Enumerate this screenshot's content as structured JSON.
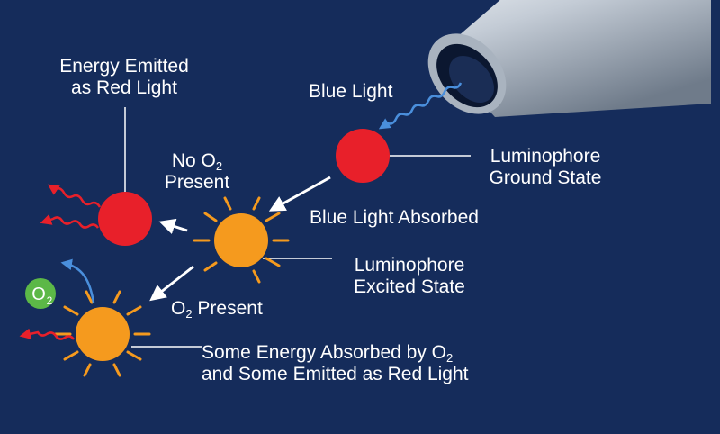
{
  "labels": {
    "energy_emitted": [
      "Energy Emitted",
      "as Red Light"
    ],
    "blue_light": "Blue Light",
    "no_o2_prefix": "No O",
    "o2_subscript": "2",
    "present_word": "Present",
    "ground_state": [
      "Luminophore",
      "Ground State"
    ],
    "blue_absorbed": "Blue Light Absorbed",
    "excited_state": [
      "Luminophore",
      "Excited State"
    ],
    "o2_present_prefix": "O",
    "o2_present_suffix": " Present",
    "some_energy_prefix": "Some Energy Absorbed by O",
    "some_energy_line2": "and Some Emitted as Red Light",
    "o2_badge_prefix": "O"
  },
  "colors": {
    "background": "#152c5b",
    "ground_state": "#e8202a",
    "excited_state": "#f59a1e",
    "emitted_red": "#e8202a",
    "oxygen_badge": "#5cb847",
    "blue_light": "#4a8fdc",
    "text": "#ffffff"
  },
  "icons": [
    "fiber-probe-icon",
    "wavy-blue-light-icon",
    "wavy-red-light-icon",
    "oxygen-molecule-icon"
  ]
}
